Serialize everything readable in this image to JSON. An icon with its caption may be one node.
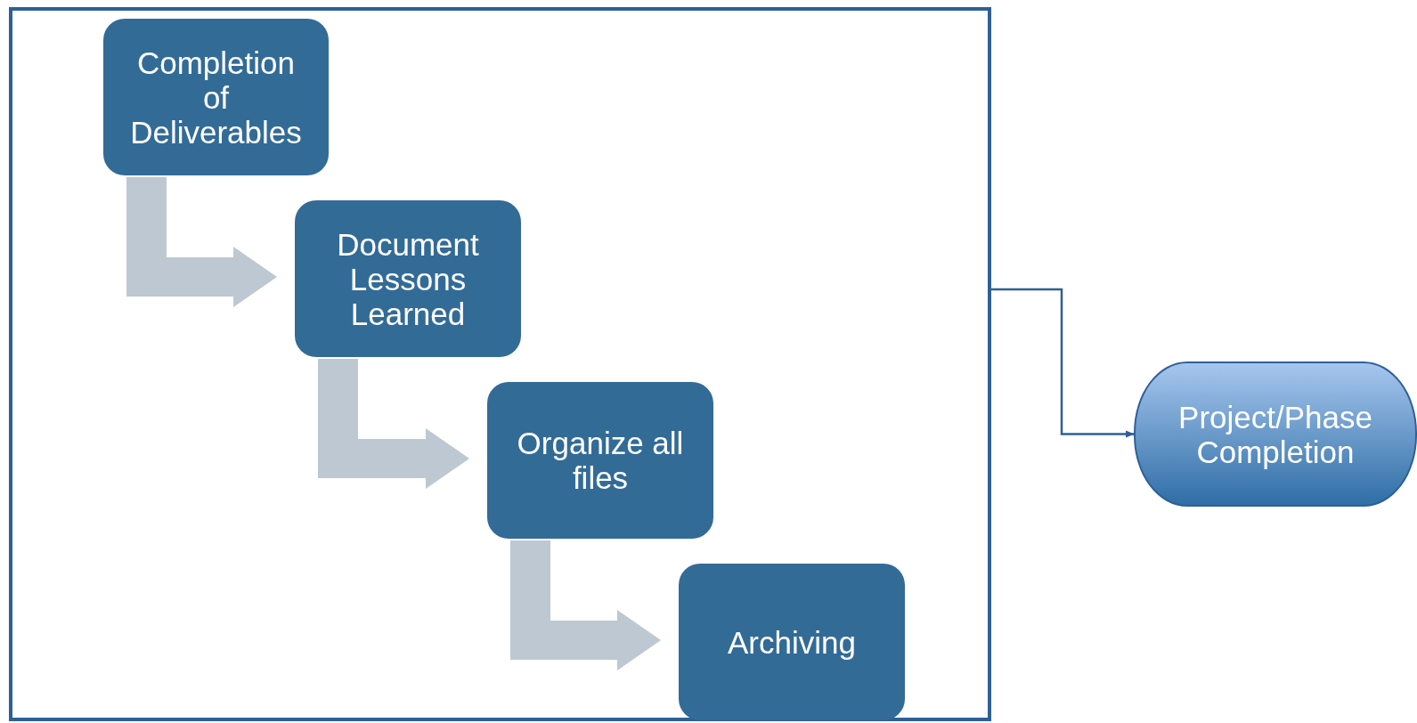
{
  "diagram": {
    "nodes": [
      {
        "text": [],
        "shape": "box"
      },
      {
        "text": [
          "Completion of Deliverables"
        ],
        "in": 0
      },
      {
        "text": [
          "Document Lessons Learned"
        ],
        "in": 0
      },
      {
        "text": [
          "Organize all files"
        ],
        "in": 0
      },
      {
        "text": [
          "Archiving"
        ],
        "in": 0
      },
      {
        "text": [
          "Project/Phase Completion"
        ]
      }
    ],
    "edges": [
      {
        "from": 1,
        "to": 2,
        "arrow": "to",
        "style": "thick",
        "color": "#bec8d2"
      },
      {
        "from": 2,
        "to": 3,
        "arrow": "to",
        "style": "thick",
        "color": "#bec8d2"
      },
      {
        "from": 3,
        "to": 4,
        "arrow": "to",
        "style": "thick",
        "color": "#bec8d2"
      },
      {
        "from": 0,
        "to": 5,
        "arrow": "to"
      }
    ]
  }
}
